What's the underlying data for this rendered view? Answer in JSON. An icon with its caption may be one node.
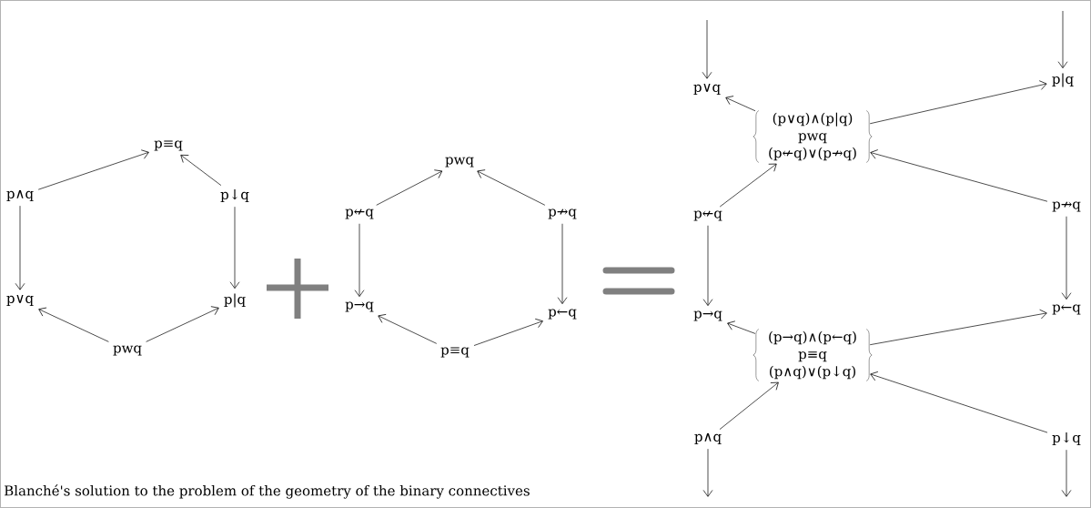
{
  "diagram": {
    "caption": "Blanché's solution to the problem of the geometry of the binary connectives",
    "nodes": [
      {
        "text": [
          "p≡q"
        ]
      },
      {
        "text": [
          "p∧q"
        ]
      },
      {
        "text": [
          "p↓q"
        ]
      },
      {
        "text": [
          "p∨q"
        ]
      },
      {
        "text": [
          "p|q"
        ]
      },
      {
        "text": [
          "pwq"
        ]
      },
      {
        "text": [
          "pwq"
        ]
      },
      {
        "text": [
          "p↚q"
        ]
      },
      {
        "text": [
          "p↛q"
        ]
      },
      {
        "text": [
          "p→q"
        ]
      },
      {
        "text": [
          "p←q"
        ]
      },
      {
        "text": [
          "p≡q"
        ]
      },
      {
        "text": [
          "p∨q"
        ]
      },
      {
        "text": [
          "p|q"
        ]
      },
      {
        "text": [
          "(p∨q)∧(p|q)",
          "pwq",
          "(p↚q)∨(p↛q)"
        ]
      },
      {
        "text": [
          "p↚q"
        ]
      },
      {
        "text": [
          "p↛q"
        ]
      },
      {
        "text": [
          "p→q"
        ]
      },
      {
        "text": [
          "p←q"
        ]
      },
      {
        "text": [
          "(p→q)∧(p←q)",
          "p≡q",
          "(p∧q)∨(p↓q)"
        ]
      },
      {
        "text": [
          "p∧q"
        ]
      },
      {
        "text": [
          "p↓q"
        ]
      }
    ],
    "edges": [
      {
        "from": 1,
        "to": 0,
        "arrow": "to"
      },
      {
        "from": 2,
        "to": 0,
        "arrow": "to"
      },
      {
        "from": 1,
        "to": 3,
        "arrow": "to"
      },
      {
        "from": 2,
        "to": 4,
        "arrow": "to"
      },
      {
        "from": 5,
        "to": 3,
        "arrow": "to"
      },
      {
        "from": 5,
        "to": 4,
        "arrow": "to"
      },
      {
        "from": 7,
        "to": 6,
        "arrow": "to"
      },
      {
        "from": 8,
        "to": 6,
        "arrow": "to"
      },
      {
        "from": 7,
        "to": 9,
        "arrow": "to"
      },
      {
        "from": 8,
        "to": 10,
        "arrow": "to"
      },
      {
        "from": 11,
        "to": 9,
        "arrow": "to"
      },
      {
        "from": 11,
        "to": 10,
        "arrow": "to"
      },
      {
        "from": null,
        "to": 12,
        "arrow": "to"
      },
      {
        "from": null,
        "to": 13,
        "arrow": "to"
      },
      {
        "from": 14,
        "to": 12,
        "arrow": "to"
      },
      {
        "from": 14,
        "to": 13,
        "arrow": "to"
      },
      {
        "from": 15,
        "to": 14,
        "arrow": "to"
      },
      {
        "from": 16,
        "to": 14,
        "arrow": "to"
      },
      {
        "from": 15,
        "to": 17,
        "arrow": "to"
      },
      {
        "from": 16,
        "to": 18,
        "arrow": "to"
      },
      {
        "from": 19,
        "to": 17,
        "arrow": "to"
      },
      {
        "from": 19,
        "to": 18,
        "arrow": "to"
      },
      {
        "from": 20,
        "to": 19,
        "arrow": "to"
      },
      {
        "from": 21,
        "to": 19,
        "arrow": "to"
      },
      {
        "from": 20,
        "to": null,
        "arrow": "to"
      },
      {
        "from": 21,
        "to": null,
        "arrow": "to"
      }
    ]
  }
}
